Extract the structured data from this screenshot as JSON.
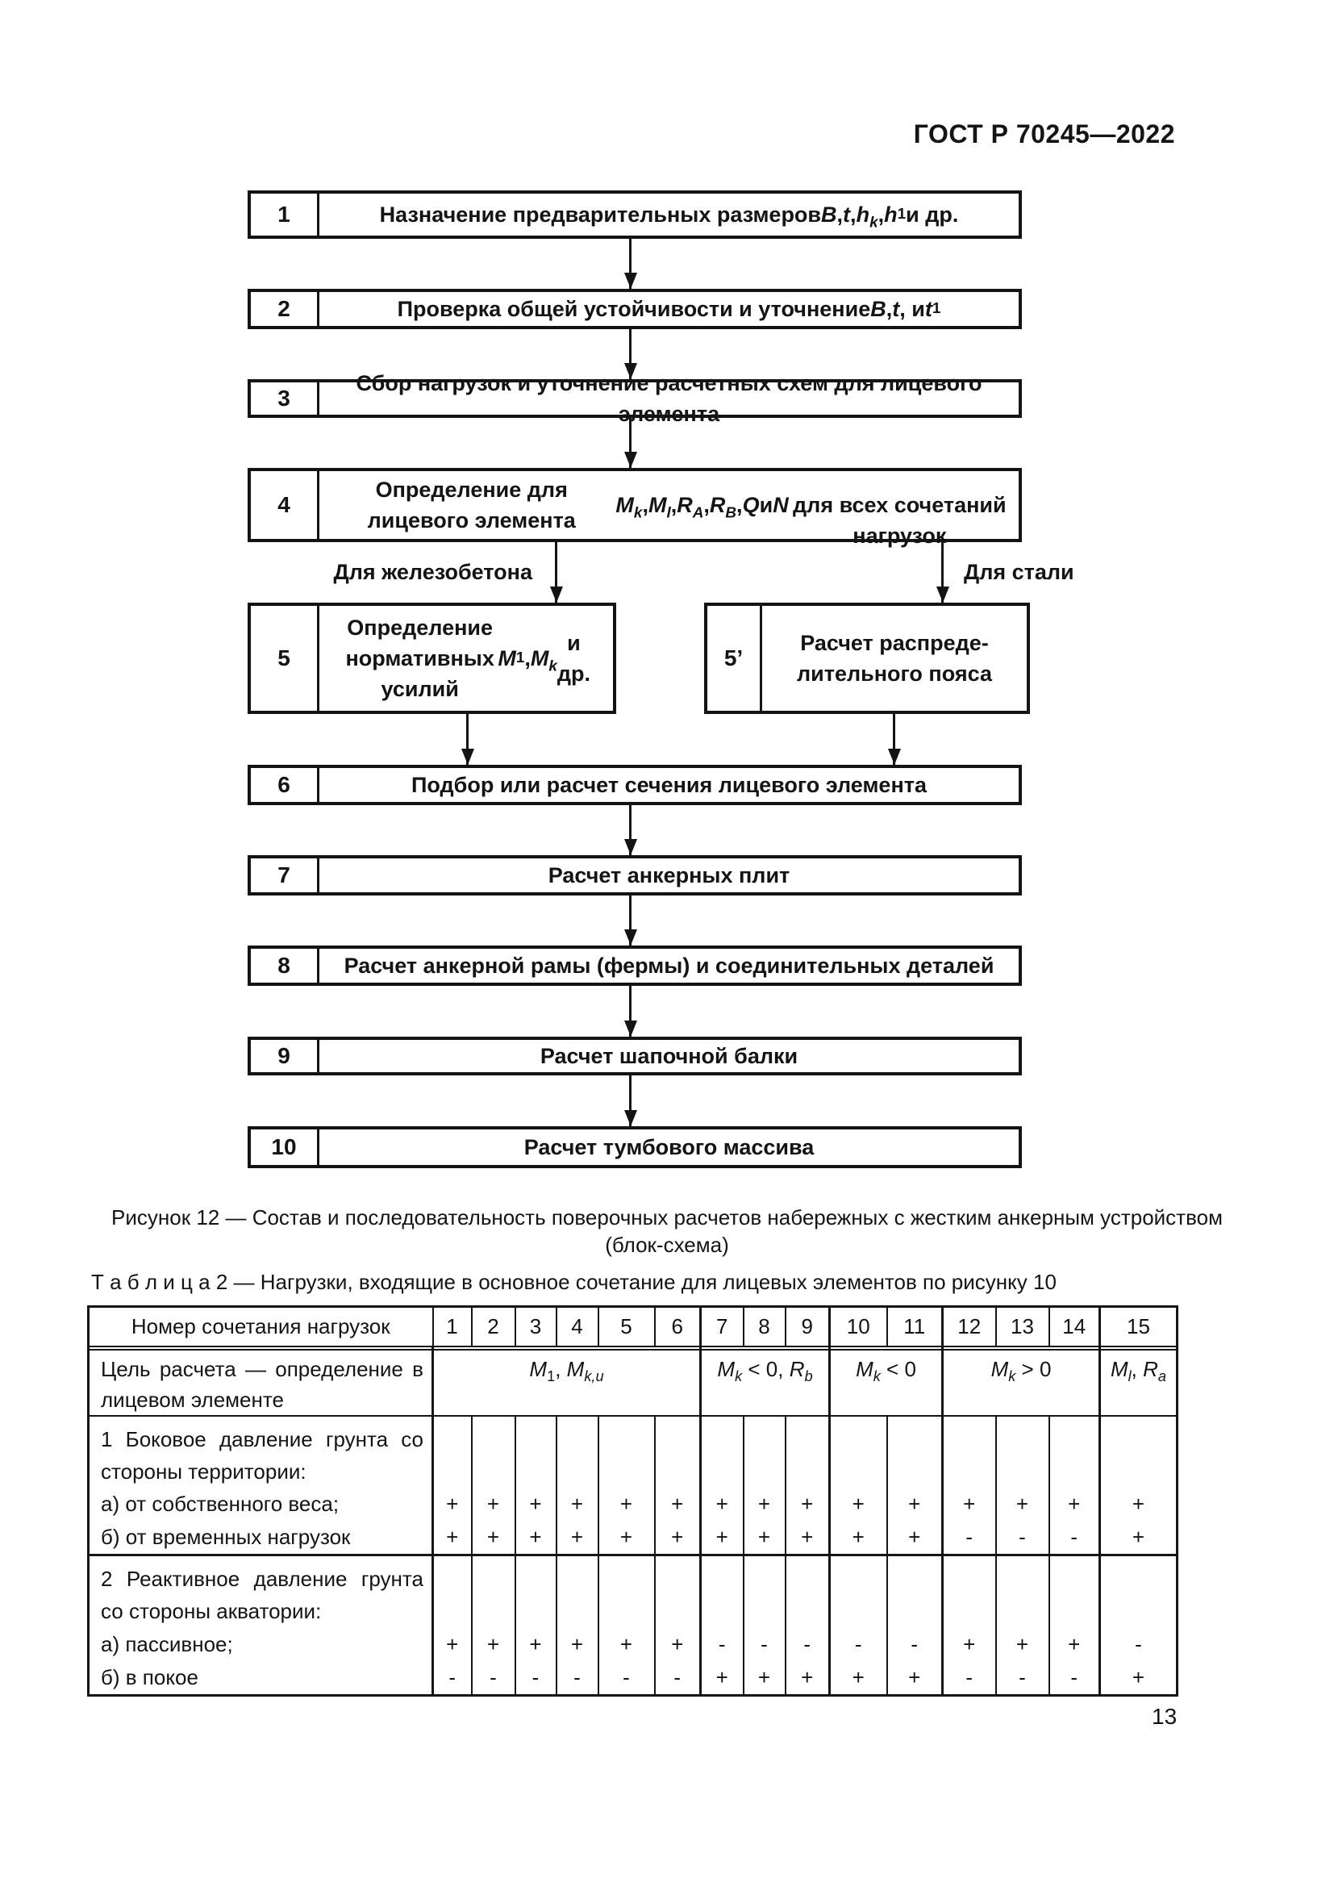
{
  "page": {
    "header": "ГОСТ Р 70245—2022",
    "page_number": "13"
  },
  "flowchart": {
    "boxes": [
      {
        "num": "1",
        "text_html": "Назначение предварительных размеров <i>B</i>, <i>t</i>, <i>h<sub>k</sub></i>, <i>h</i><sub>1</sub> и др."
      },
      {
        "num": "2",
        "text_html": "Проверка общей устойчивости и уточнение <i>B</i>, <i>t</i>, и <i>t</i><sub>1</sub>"
      },
      {
        "num": "3",
        "text_html": "Сбор нагрузок и уточнение расчетных схем для лицевого элемента"
      },
      {
        "num": "4",
        "text_html": "Определение для лицевого элемента <i>M<sub>k</sub></i>, <i>M<sub>l</sub></i>, <i>R<sub>A</sub></i>, <i>R<sub>B</sub></i>, <i>Q</i> и <i>N</i><br>для всех сочетаний нагрузок"
      },
      {
        "num": "5",
        "text_html": "Определение нормативных усилий <i>M</i><sub>1</sub>, <i>M<sub>k</sub></i> и др."
      },
      {
        "num": "5’",
        "text_html": "Расчет распреде-<br>лительного пояса"
      },
      {
        "num": "6",
        "text_html": "Подбор или расчет сечения лицевого элемента"
      },
      {
        "num": "7",
        "text_html": "Расчет анкерных плит"
      },
      {
        "num": "8",
        "text_html": "Расчет анкерной рамы (фермы) и соединительных деталей"
      },
      {
        "num": "9",
        "text_html": "Расчет шапочной балки"
      },
      {
        "num": "10",
        "text_html": "Расчет тумбового массива"
      }
    ],
    "branch_labels": {
      "left": "Для железобетона",
      "right": "Для стали"
    }
  },
  "figure_caption": {
    "line1": "Рисунок 12 — Состав и последовательность поверочных расчетов набережных с жестким анкерным устройством",
    "line2": "(блок-схема)"
  },
  "table": {
    "caption": "Т а б л и ц а   2 — Нагрузки, входящие в основное сочетание для лицевых элементов по рисунку 10",
    "corner_header": "Номер сочетания нагрузок",
    "column_numbers": [
      "1",
      "2",
      "3",
      "4",
      "5",
      "6",
      "7",
      "8",
      "9",
      "10",
      "11",
      "12",
      "13",
      "14",
      "15"
    ],
    "purpose_label": "Цель расчета — определение в лицевом элементе",
    "groups": [
      {
        "span": 6,
        "html": "<i>M</i><sub>1</sub>,  <i>M<sub>k,u</sub></i>"
      },
      {
        "span": 3,
        "html": "<i>M<sub>k</sub></i> &lt; 0, <i>R<sub>b</sub></i>"
      },
      {
        "span": 2,
        "html": "<i>M<sub>k</sub></i> &lt; 0"
      },
      {
        "span": 3,
        "html": "<i>M<sub>k</sub></i> &gt; 0"
      },
      {
        "span": 1,
        "html": "<i>M<sub>l</sub></i>, <i>R<sub>a</sub></i>"
      }
    ],
    "sections": [
      {
        "title": "1 Боковое давление грунта со стороны территории:",
        "rows": [
          {
            "label": "а) от собственного веса;",
            "values": [
              "+",
              "+",
              "+",
              "+",
              "+",
              "+",
              "+",
              "+",
              "+",
              "+",
              "+",
              "+",
              "+",
              "+",
              "+"
            ]
          },
          {
            "label": "б) от временных нагрузок",
            "values": [
              "+",
              "+",
              "+",
              "+",
              "+",
              "+",
              "+",
              "+",
              "+",
              "+",
              "+",
              "-",
              "-",
              "-",
              "+"
            ]
          }
        ]
      },
      {
        "title": "2 Реактивное давление грунта со стороны акватории:",
        "rows": [
          {
            "label": "а) пассивное;",
            "values": [
              "+",
              "+",
              "+",
              "+",
              "+",
              "+",
              "-",
              "-",
              "-",
              "-",
              "-",
              "+",
              "+",
              "+",
              "-"
            ]
          },
          {
            "label": "б) в покое",
            "values": [
              "-",
              "-",
              "-",
              "-",
              "-",
              "-",
              "+",
              "+",
              "+",
              "+",
              "+",
              "-",
              "-",
              "-",
              "+"
            ]
          }
        ]
      }
    ]
  }
}
